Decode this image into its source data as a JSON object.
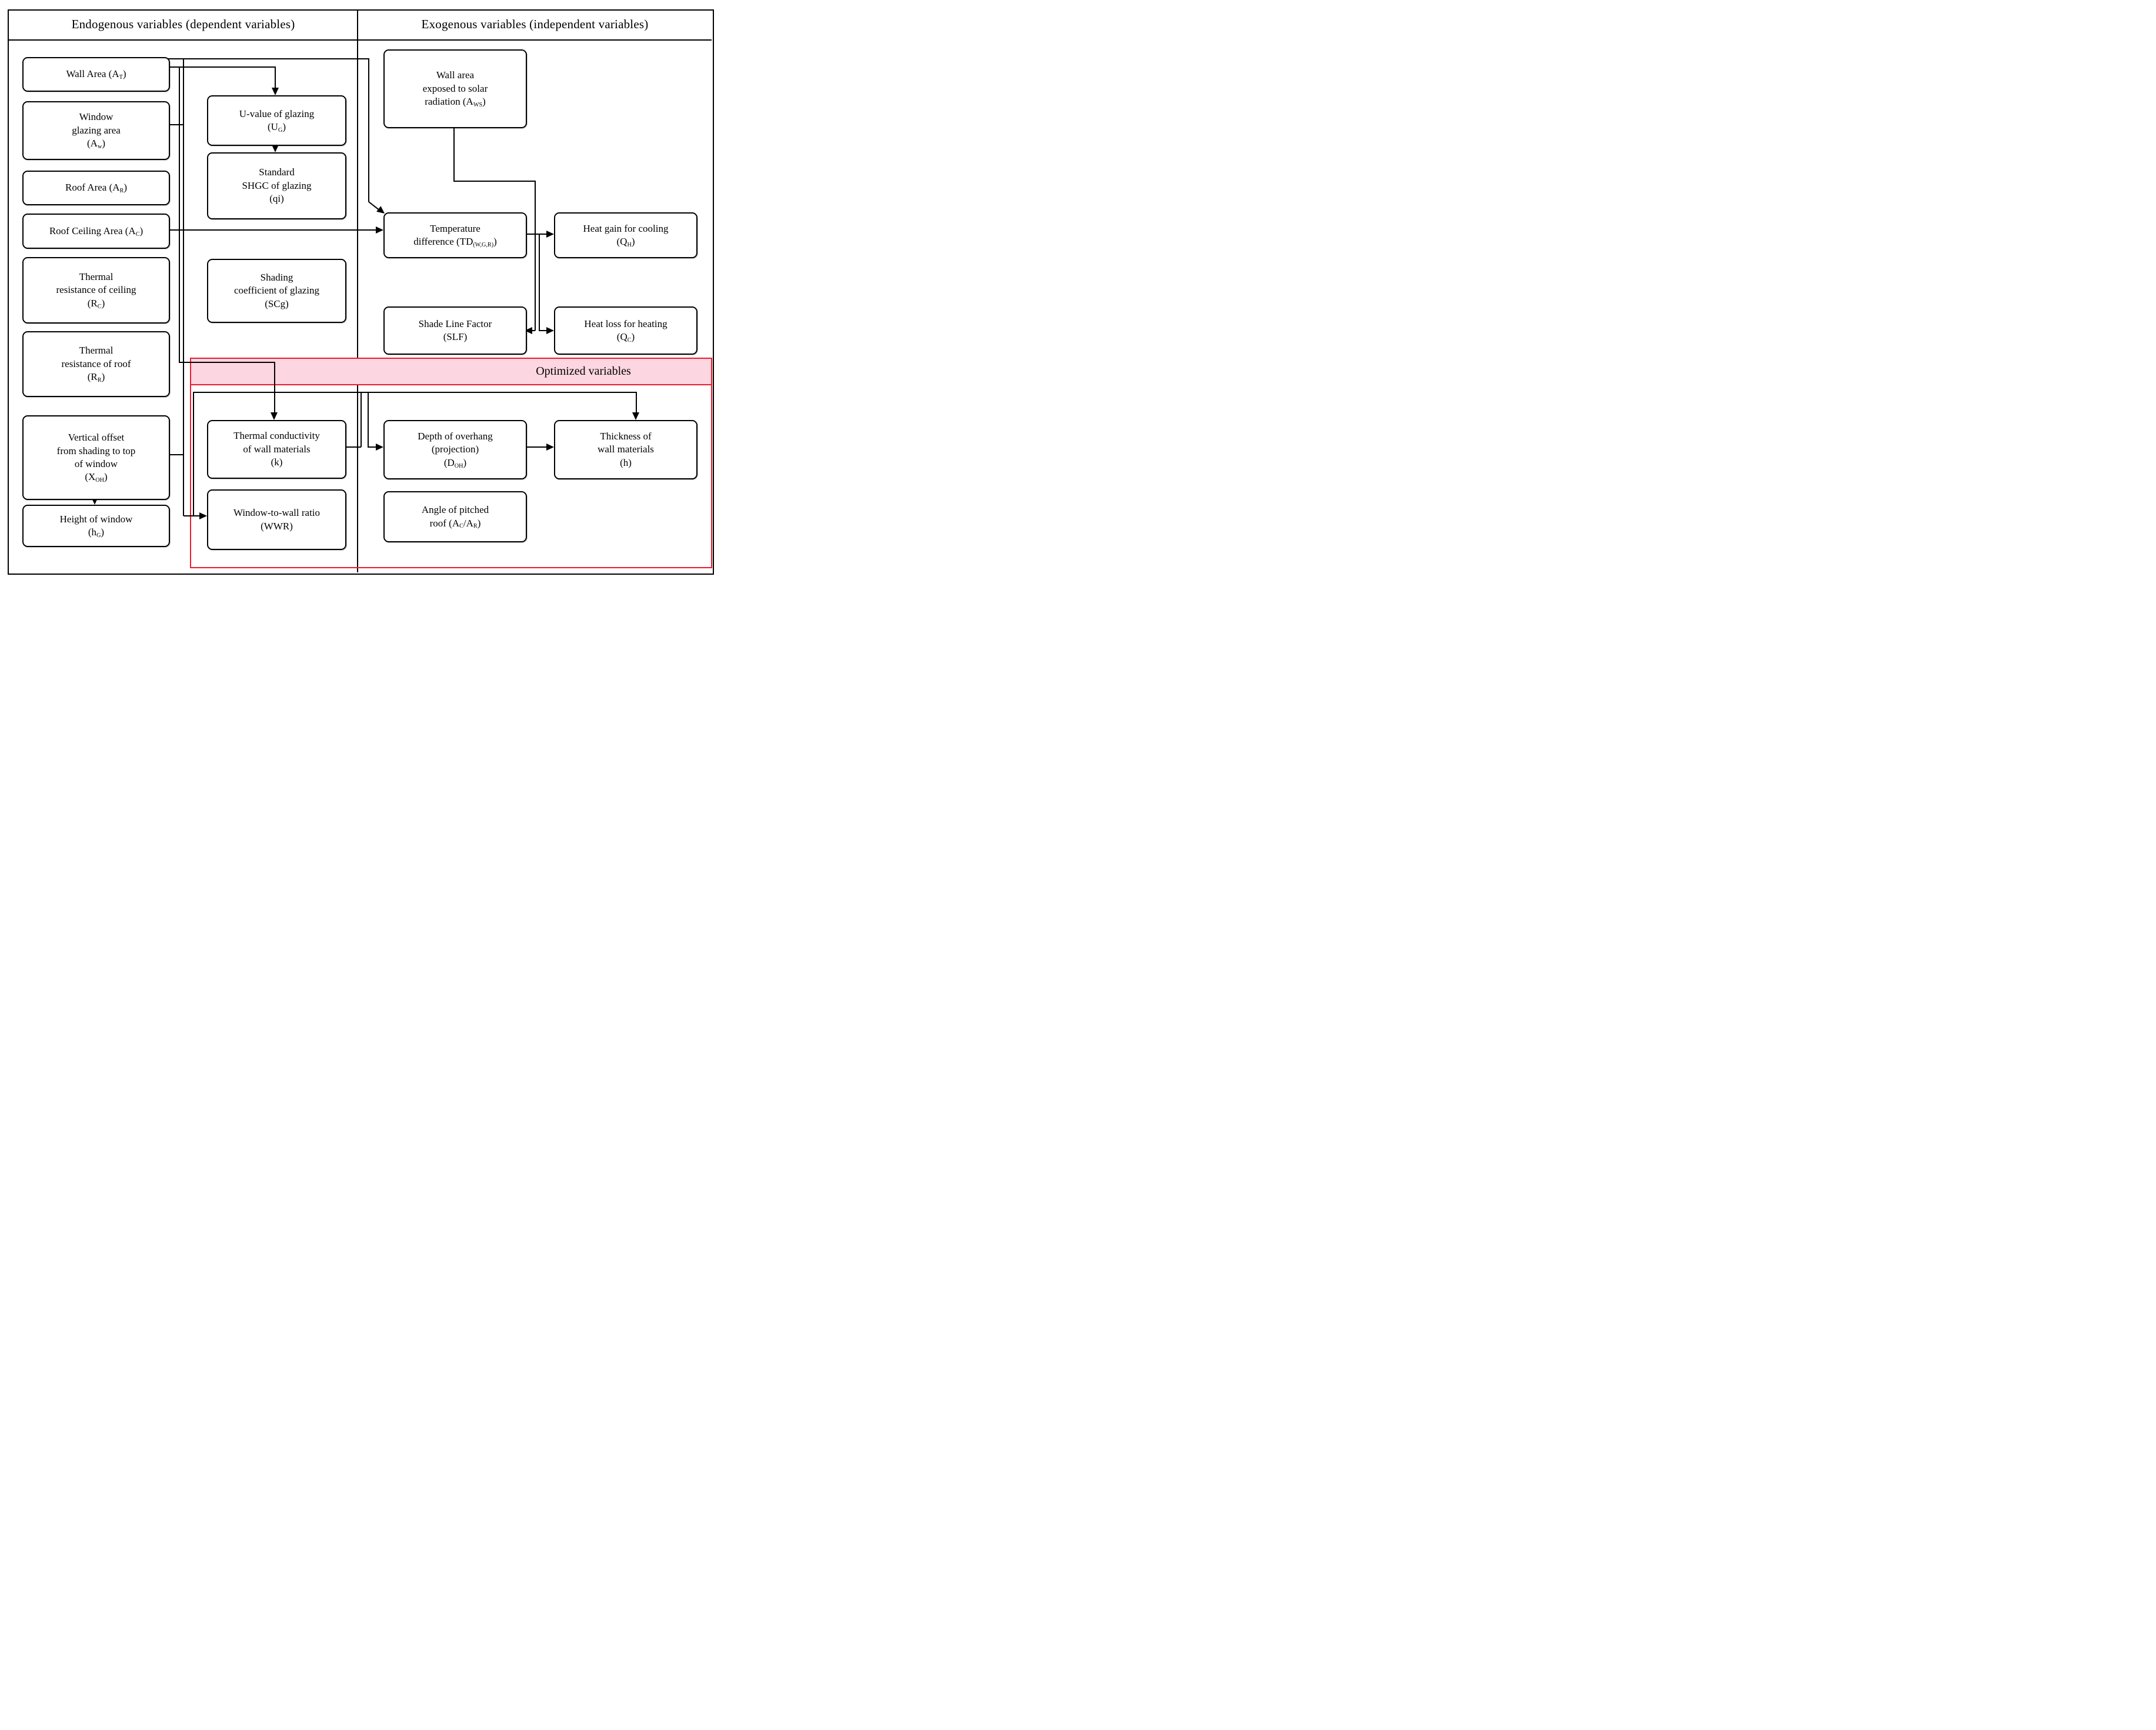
{
  "figure": {
    "header": {
      "left": "Endogenous variables (dependent variables)",
      "right": "Exogenous variables (independent variables)"
    },
    "optimized_band": {
      "label": "Optimized variables"
    },
    "colors": {
      "band_fill": "#fcd6e1",
      "band_border": "#ec1b2e",
      "line": "#000000"
    },
    "nodes": {
      "wall_area": {
        "lines": [
          [
            {
              "t": "Wall Area (A"
            },
            {
              "s": "T"
            },
            {
              "t": ")"
            }
          ]
        ]
      },
      "window_glazing": {
        "lines": [
          [
            {
              "t": "Window"
            }
          ],
          [
            {
              "t": "glazing area"
            }
          ],
          [
            {
              "t": "(A"
            },
            {
              "s": "w"
            },
            {
              "t": ")"
            }
          ]
        ]
      },
      "roof_area": {
        "lines": [
          [
            {
              "t": "Roof Area (A"
            },
            {
              "s": "R"
            },
            {
              "t": ")"
            }
          ]
        ]
      },
      "roof_ceiling": {
        "lines": [
          [
            {
              "t": "Roof Ceiling Area (A"
            },
            {
              "s": "C"
            },
            {
              "t": ")"
            }
          ]
        ]
      },
      "thermal_ceiling": {
        "lines": [
          [
            {
              "t": "Thermal"
            }
          ],
          [
            {
              "t": "resistance of ceiling"
            }
          ],
          [
            {
              "t": "(R"
            },
            {
              "s": "C"
            },
            {
              "t": ")"
            }
          ]
        ]
      },
      "thermal_roof": {
        "lines": [
          [
            {
              "t": "Thermal"
            }
          ],
          [
            {
              "t": "resistance of roof"
            }
          ],
          [
            {
              "t": "(R"
            },
            {
              "s": "R"
            },
            {
              "t": ")"
            }
          ]
        ]
      },
      "vertical_offset": {
        "lines": [
          [
            {
              "t": "Vertical offset"
            }
          ],
          [
            {
              "t": "from shading to top"
            }
          ],
          [
            {
              "t": "of window"
            }
          ],
          [
            {
              "t": "(X"
            },
            {
              "s": "OH"
            },
            {
              "t": ")"
            }
          ]
        ]
      },
      "height_window": {
        "lines": [
          [
            {
              "t": "Height of window"
            }
          ],
          [
            {
              "t": "(h"
            },
            {
              "s": "G"
            },
            {
              "t": ")"
            }
          ]
        ]
      },
      "u_value": {
        "lines": [
          [
            {
              "t": "U-value of glazing"
            }
          ],
          [
            {
              "t": "(U"
            },
            {
              "s": "G"
            },
            {
              "t": ")"
            }
          ]
        ]
      },
      "shgc": {
        "lines": [
          [
            {
              "t": "Standard"
            }
          ],
          [
            {
              "t": "SHGC of glazing"
            }
          ],
          [
            {
              "t": "(qi)"
            }
          ]
        ]
      },
      "scg": {
        "lines": [
          [
            {
              "t": "Shading"
            }
          ],
          [
            {
              "t": "coefficient of glazing"
            }
          ],
          [
            {
              "t": "(SCg)"
            }
          ]
        ]
      },
      "k": {
        "lines": [
          [
            {
              "t": "Thermal conductivity"
            }
          ],
          [
            {
              "t": "of wall materials"
            }
          ],
          [
            {
              "t": "(k)"
            }
          ]
        ]
      },
      "wwr": {
        "lines": [
          [
            {
              "t": "Window-to-wall ratio"
            }
          ],
          [
            {
              "t": "(WWR)"
            }
          ]
        ]
      },
      "aws": {
        "lines": [
          [
            {
              "t": "Wall area"
            }
          ],
          [
            {
              "t": "exposed to solar"
            }
          ],
          [
            {
              "t": "radiation (A"
            },
            {
              "s": "WS"
            },
            {
              "t": ")"
            }
          ]
        ]
      },
      "td": {
        "lines": [
          [
            {
              "t": "Temperature"
            }
          ],
          [
            {
              "t": "difference (TD"
            },
            {
              "s": "(W,G,R)"
            },
            {
              "t": ")"
            }
          ]
        ]
      },
      "qh": {
        "lines": [
          [
            {
              "t": "Heat gain for cooling"
            }
          ],
          [
            {
              "t": "(Q"
            },
            {
              "s": "H"
            },
            {
              "t": ")"
            }
          ]
        ]
      },
      "slf": {
        "lines": [
          [
            {
              "t": "Shade Line Factor"
            }
          ],
          [
            {
              "t": "(SLF)"
            }
          ]
        ]
      },
      "qc": {
        "lines": [
          [
            {
              "t": "Heat loss for heating"
            }
          ],
          [
            {
              "t": "(Q"
            },
            {
              "s": "C"
            },
            {
              "t": ")"
            }
          ]
        ]
      },
      "doh": {
        "lines": [
          [
            {
              "t": "Depth of overhang"
            }
          ],
          [
            {
              "t": "(projection)"
            }
          ],
          [
            {
              "t": "(D"
            },
            {
              "s": "OH"
            },
            {
              "t": ")"
            }
          ]
        ]
      },
      "h": {
        "lines": [
          [
            {
              "t": "Thickness of"
            }
          ],
          [
            {
              "t": "wall materials"
            }
          ],
          [
            {
              "t": "(h)"
            }
          ]
        ]
      },
      "angle": {
        "lines": [
          [
            {
              "t": "Angle of pitched"
            }
          ],
          [
            {
              "t": "roof (A"
            },
            {
              "s": "C"
            },
            {
              "t": "/A"
            },
            {
              "s": "R"
            },
            {
              "t": ")"
            }
          ]
        ]
      }
    }
  }
}
